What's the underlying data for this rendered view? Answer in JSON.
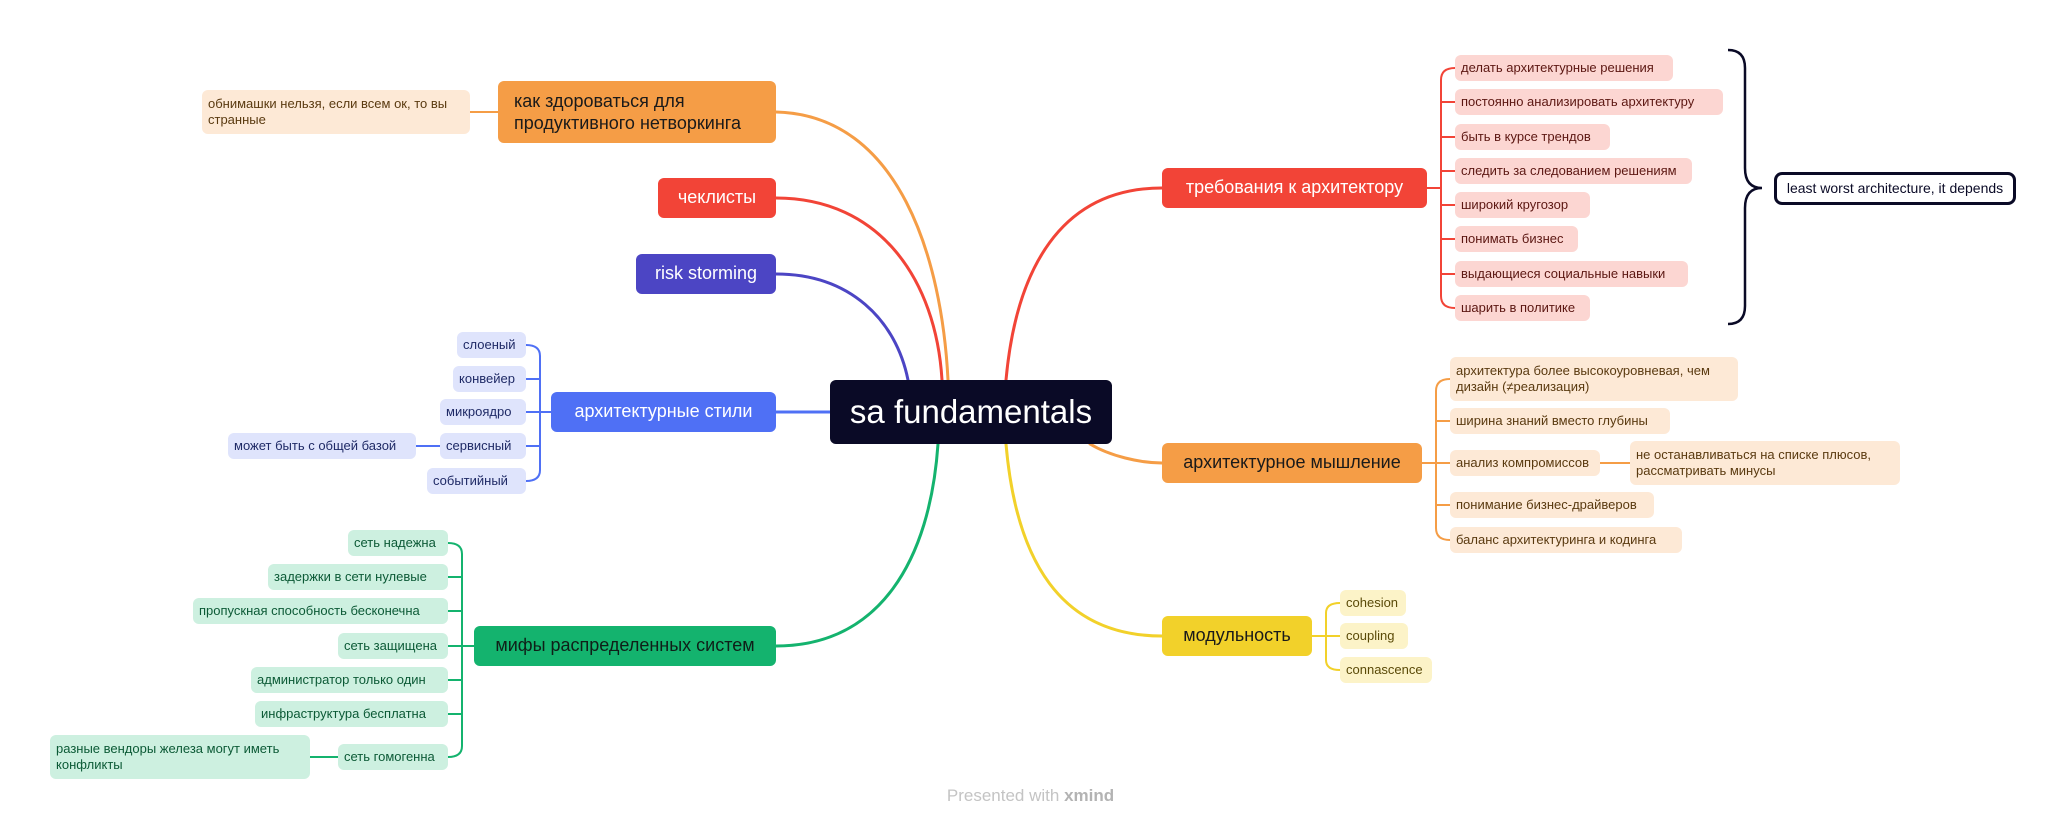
{
  "center": {
    "label": "sa fundamentals",
    "color": "#0a0a26"
  },
  "branches": {
    "networking": {
      "label": "как здороваться для продуктивного нетворкинга",
      "color": "#f59d46",
      "items": [
        "обнимашки нельзя, если всем ок, то вы странные"
      ]
    },
    "checklists": {
      "label": "чеклисты",
      "color": "#f24437"
    },
    "risk": {
      "label": "risk storming",
      "color": "#4c45c4"
    },
    "styles": {
      "label": "архитектурные стили",
      "color": "#4f70f5",
      "items": [
        "слоеный",
        "конвейер",
        "микроядро",
        "сервисный",
        "событийный"
      ],
      "service_note": "может быть с общей базой"
    },
    "myths": {
      "label": "мифы распределенных систем",
      "color": "#14b36e",
      "items": [
        "сеть надежна",
        "задержки в сети нулевые",
        "пропускная способность бесконечна",
        "сеть защищена",
        "администратор только один",
        "инфраструктура бесплатна",
        "сеть гомогенна"
      ],
      "homogeneous_note": "разные вендоры железа могут иметь конфликты"
    },
    "requirements": {
      "label": "требования к архитектору",
      "color": "#f24437",
      "items": [
        "делать архитектурные решения",
        "постоянно анализировать архитектуру",
        "быть в курсе трендов",
        "следить за следованием решениям",
        "широкий кругозор",
        "понимать бизнес",
        "выдающиеся социальные навыки",
        "шарить в политике"
      ],
      "summary": "least worst architecture, it depends"
    },
    "thinking": {
      "label": "архитектурное мышление",
      "color": "#f59d46",
      "items": [
        "архитектура более высокоуровневая, чем дизайн (≠реализация)",
        "ширина знаний вместо глубины",
        "анализ компромиссов",
        "понимание бизнес-драйверов",
        "баланс архитектуринга и кодинга"
      ],
      "tradeoff_note": "не останавливаться на списке плюсов, рассматривать минусы"
    },
    "modularity": {
      "label": "модульность",
      "color": "#f2d12a",
      "items": [
        "cohesion",
        "coupling",
        "connascence"
      ]
    }
  },
  "footer": {
    "prefix": "Presented with",
    "brand": "xmind"
  }
}
